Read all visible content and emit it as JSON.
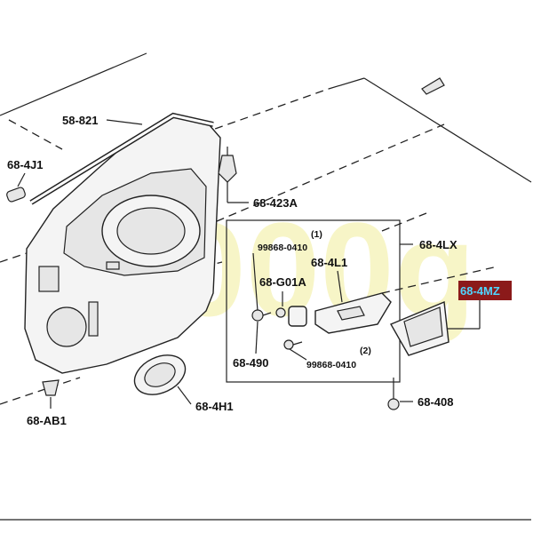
{
  "labels": {
    "p58821": "58-821",
    "p684J1": "68-4J1",
    "p68423A": "68-423A",
    "p684LX": "68-4LX",
    "p99868_top": "99868-0410",
    "p684L1": "68-4L1",
    "p68G01A": "68-G01A",
    "p68490": "68-490",
    "p99868_bot": "99868-0410",
    "p684MZ": "68-4MZ",
    "p68408": "68-408",
    "p68AB1": "68-AB1",
    "p684H1": "68-4H1",
    "note1": "(1)",
    "note2": "(2)"
  },
  "watermark": "1000g",
  "colors": {
    "highlight_bg": "#8b1a1a",
    "highlight_text": "#4fd6ff",
    "watermark": "#f2ee9a"
  }
}
